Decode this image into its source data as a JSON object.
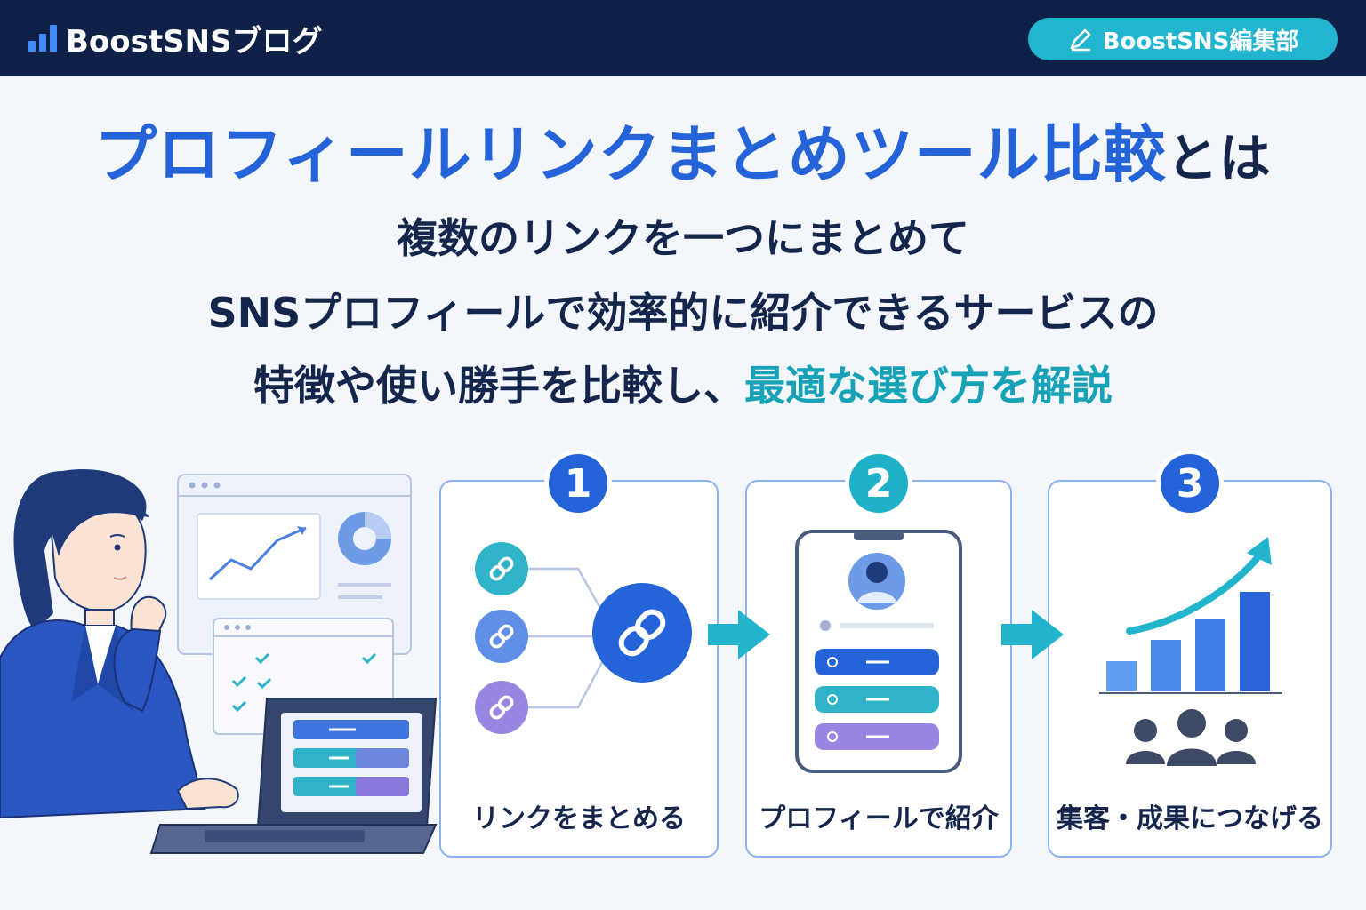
{
  "header": {
    "brand": "BoostSNSブログ",
    "editor": "BoostSNS編集部",
    "editor_icon": "pencil-icon",
    "brand_icon": "bar-chart-icon"
  },
  "headline": {
    "title_main": "プロフィールリンクまとめツール比較",
    "title_tail": "とは",
    "line1": "複数のリンクを一つにまとめて",
    "line2": "SNSプロフィールで効率的に紹介できるサービスの",
    "line3_main": "特徴や使い勝手を比較し、",
    "line3_highlight": "最適な選び方を解説"
  },
  "steps": [
    {
      "number": "1",
      "label": "リンクをまとめる",
      "color": "#2563d9"
    },
    {
      "number": "2",
      "label": "プロフィールで紹介",
      "color": "#1fb0c9"
    },
    {
      "number": "3",
      "label": "集客・成果につなげる",
      "color": "#2563d9"
    }
  ],
  "colors": {
    "navy": "#0f2147",
    "accent_blue": "#2563d9",
    "accent_teal": "#17a2b8",
    "purple": "#9a85e0"
  }
}
